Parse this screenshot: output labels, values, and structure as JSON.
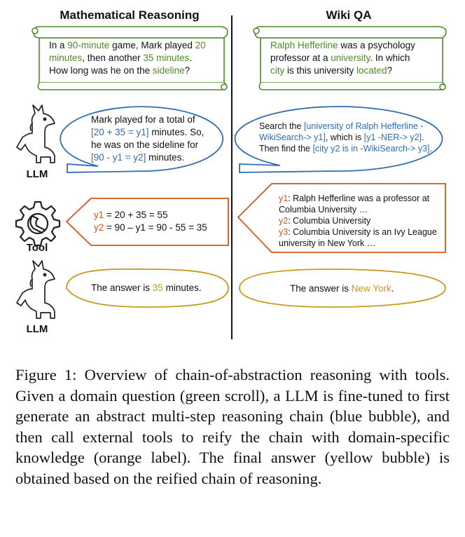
{
  "columns": {
    "left_title": "Mathematical Reasoning",
    "right_title": "Wiki QA"
  },
  "actors": {
    "llm_top": "LLM",
    "tool": "Tool",
    "llm_bottom": "LLM"
  },
  "math": {
    "question": {
      "t1": "In a ",
      "h1": "90-minute",
      "t2": " game, Mark played ",
      "h2": "20",
      "t3": "minutes",
      "t4": ", then another ",
      "h3": "35 minutes",
      "t5": ".",
      "t6": "How long was he on the ",
      "h4": "sideline",
      "t7": "?"
    },
    "chain": {
      "t1": "Mark played for a total of",
      "h1": "[20 + 35 = y1]",
      "t2": " minutes. So,",
      "t3": "he was on the sideline for",
      "h2": "[90 - y1 = y2]",
      "t4": " minutes."
    },
    "tool": {
      "k1": "y1",
      "v1": " = 20 + 35 = 55",
      "k2": "y2",
      "v2": " = 90 – y1 = 90 - 55 = 35"
    },
    "answer": {
      "t1": "The answer is ",
      "h1": "35",
      "t2": " minutes."
    }
  },
  "wiki": {
    "question": {
      "h1": "Ralph Hefferline",
      "t1": " was a psychology",
      "t2": "professor at a ",
      "h2": "university",
      "t3": ". In which",
      "h3": "city",
      "t4": " is this university ",
      "h4": "located",
      "t5": "?"
    },
    "chain": {
      "t1": "Search the ",
      "h1": "[university of Ralph Hefferline -",
      "h2": "WikiSearch-> y1]",
      "t2": ", which is ",
      "h3": "[y1 -NER-> y2]",
      "t3": ".",
      "t4": "Then find the ",
      "h4": "[city y2 is in -WikiSearch-> y3]",
      "t5": "."
    },
    "tool": {
      "k1": "y1",
      "v1": ": Ralph Hefferline was a professor at",
      "v1b": "Columbia University …",
      "k2": "y2",
      "v2": ": Columbia University",
      "k3": "y3",
      "v3": ": Columbia University is an Ivy League",
      "v3b": "university in New York …"
    },
    "answer": {
      "t1": "The answer is ",
      "h1": "New York",
      "t2": "."
    }
  },
  "caption": "Figure 1: Overview of chain-of-abstraction reasoning with tools. Given a domain question (green scroll), a LLM is fine-tuned to first generate an abstract multi-step reasoning chain (blue bubble), and then call external tools to reify the chain with domain-specific knowledge (orange label). The final answer (yellow bubble) is obtained based on the reified chain of reasoning.",
  "colors": {
    "green": "#4f8a2a",
    "blue": "#2f6db3",
    "orange": "#d1571d",
    "gold": "#c89a18"
  },
  "icons": {
    "llm": "llama-icon",
    "tool": "wrench-gear-icon"
  }
}
